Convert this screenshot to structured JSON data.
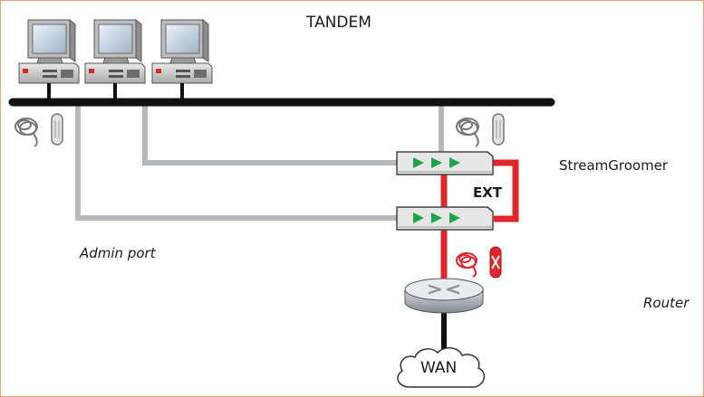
{
  "labels": {
    "title": "TANDEM",
    "streamgroomer": "StreamGroomer",
    "ext": "EXT",
    "admin_port": "Admin port",
    "router": "Router",
    "wan": "WAN"
  },
  "colors": {
    "frame_border": "#f1a07a",
    "bus": "#111111",
    "admin_cable": "#b5b8bc",
    "red_link": "#e0262a",
    "arrow": "#1ea54a"
  },
  "icons": [
    "computer-icon",
    "cable-coil-icon",
    "console-cable-icon",
    "crossover-cable-icon",
    "router-icon",
    "cloud-icon"
  ]
}
